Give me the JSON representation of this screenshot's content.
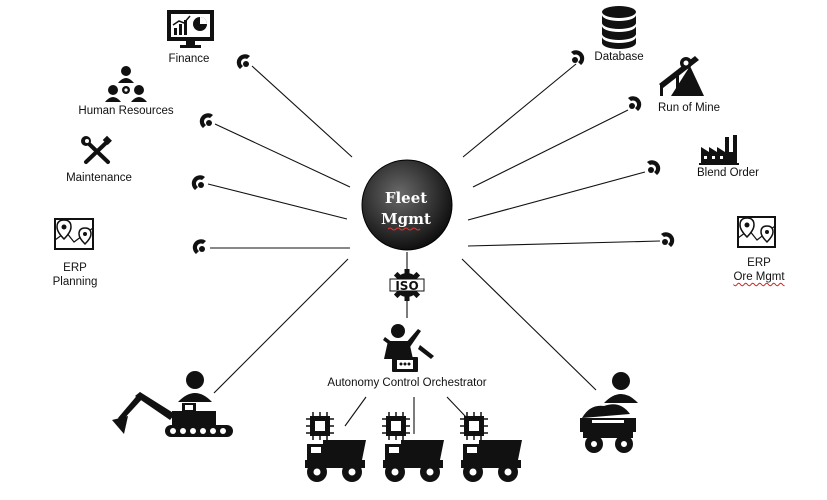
{
  "hub": {
    "line1": "Fleet",
    "line2": "Mgmt"
  },
  "iso_label": "ISO",
  "orchestrator_label": "Autonomy Control Orchestrator",
  "systems": {
    "finance": "Finance",
    "human_resources": "Human Resources",
    "maintenance": "Maintenance",
    "erp_planning_line1": "ERP",
    "erp_planning_line2": "Planning",
    "database": "Database",
    "run_of_mine": "Run of Mine",
    "blend_order": "Blend Order",
    "erp_ore_line1": "ERP",
    "erp_ore_line2": "Ore Mgmt"
  },
  "colors": {
    "hub_gradient_center": "#6a6a6a",
    "hub_gradient_edge": "#0c0c0c",
    "icon": "#111111",
    "line": "#111111",
    "spellcheck_underline": "#cc2222"
  }
}
